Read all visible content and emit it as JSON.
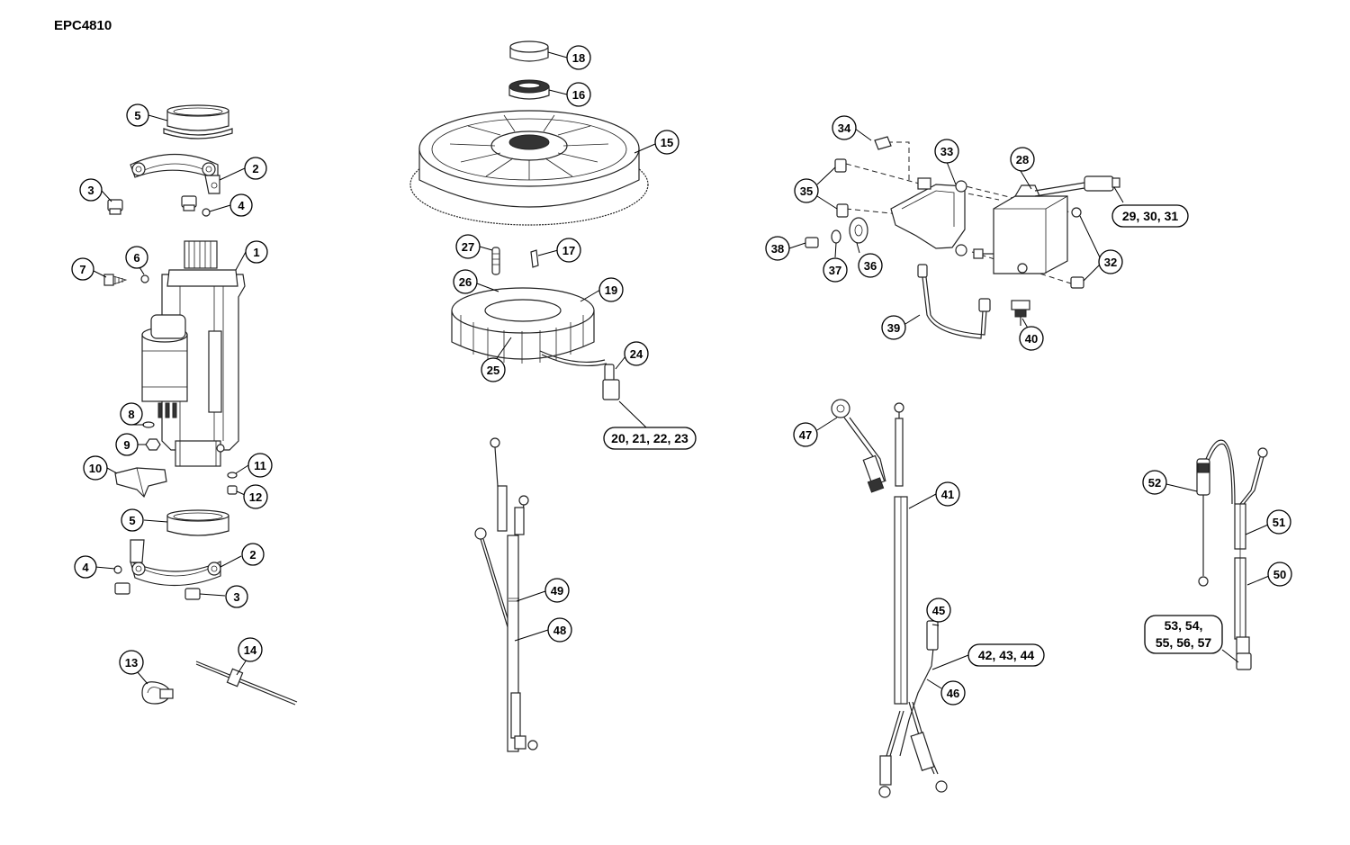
{
  "document_code": "EPC4810",
  "callouts": [
    {
      "id": "c1",
      "label": "1"
    },
    {
      "id": "c2a",
      "label": "2"
    },
    {
      "id": "c2b",
      "label": "2"
    },
    {
      "id": "c3a",
      "label": "3"
    },
    {
      "id": "c3b",
      "label": "3"
    },
    {
      "id": "c4a",
      "label": "4"
    },
    {
      "id": "c4b",
      "label": "4"
    },
    {
      "id": "c5a",
      "label": "5"
    },
    {
      "id": "c5b",
      "label": "5"
    },
    {
      "id": "c6",
      "label": "6"
    },
    {
      "id": "c7",
      "label": "7"
    },
    {
      "id": "c8",
      "label": "8"
    },
    {
      "id": "c9",
      "label": "9"
    },
    {
      "id": "c10",
      "label": "10"
    },
    {
      "id": "c11",
      "label": "11"
    },
    {
      "id": "c12",
      "label": "12"
    },
    {
      "id": "c13",
      "label": "13"
    },
    {
      "id": "c14",
      "label": "14"
    },
    {
      "id": "c15",
      "label": "15"
    },
    {
      "id": "c16",
      "label": "16"
    },
    {
      "id": "c17",
      "label": "17"
    },
    {
      "id": "c18",
      "label": "18"
    },
    {
      "id": "c19",
      "label": "19"
    },
    {
      "id": "c20",
      "label": "20, 21, 22, 23"
    },
    {
      "id": "c24",
      "label": "24"
    },
    {
      "id": "c25",
      "label": "25"
    },
    {
      "id": "c26",
      "label": "26"
    },
    {
      "id": "c27",
      "label": "27"
    },
    {
      "id": "c28",
      "label": "28"
    },
    {
      "id": "c29",
      "label": "29, 30, 31"
    },
    {
      "id": "c32",
      "label": "32"
    },
    {
      "id": "c33",
      "label": "33"
    },
    {
      "id": "c34",
      "label": "34"
    },
    {
      "id": "c35",
      "label": "35"
    },
    {
      "id": "c36",
      "label": "36"
    },
    {
      "id": "c37",
      "label": "37"
    },
    {
      "id": "c38",
      "label": "38"
    },
    {
      "id": "c39",
      "label": "39"
    },
    {
      "id": "c40",
      "label": "40"
    },
    {
      "id": "c41",
      "label": "41"
    },
    {
      "id": "c42",
      "label": "42, 43, 44"
    },
    {
      "id": "c45",
      "label": "45"
    },
    {
      "id": "c46",
      "label": "46"
    },
    {
      "id": "c47",
      "label": "47"
    },
    {
      "id": "c48",
      "label": "48"
    },
    {
      "id": "c49",
      "label": "49"
    },
    {
      "id": "c50",
      "label": "50"
    },
    {
      "id": "c51",
      "label": "51"
    },
    {
      "id": "c52",
      "label": "52"
    },
    {
      "id": "c53a",
      "label": "53, 54,"
    },
    {
      "id": "c53b",
      "label": "55, 56, 57"
    }
  ]
}
